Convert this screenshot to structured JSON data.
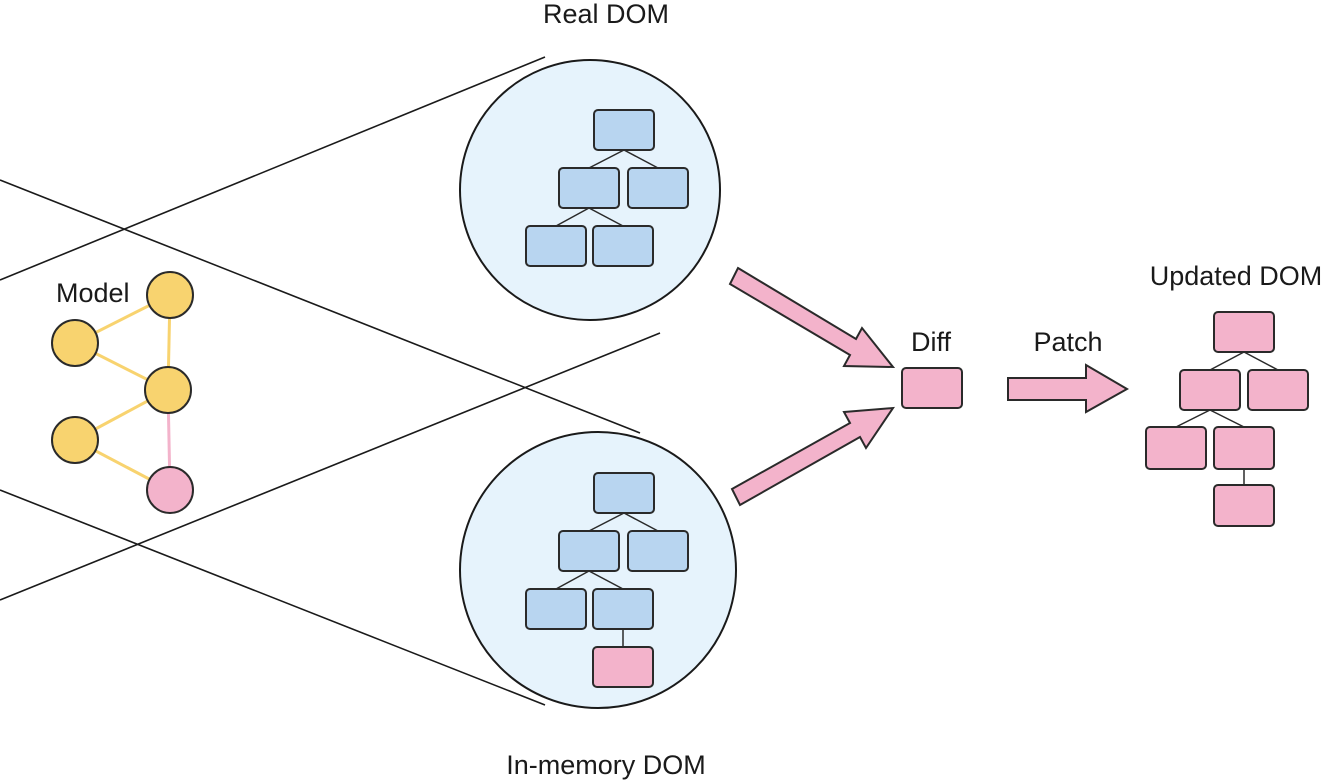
{
  "labels": {
    "real_dom": "Real DOM",
    "in_memory_dom": "In-memory DOM",
    "model": "Model",
    "diff": "Diff",
    "patch": "Patch",
    "updated_dom": "Updated DOM"
  },
  "colors": {
    "dom_node": "#b8d5f0",
    "changed_node": "#f3b3cb",
    "model_node": "#f8d36f",
    "dom_circle": "#e6f3fc",
    "model_edge_yellow": "#f8d36f",
    "model_edge_pink": "#f3b3cb"
  }
}
